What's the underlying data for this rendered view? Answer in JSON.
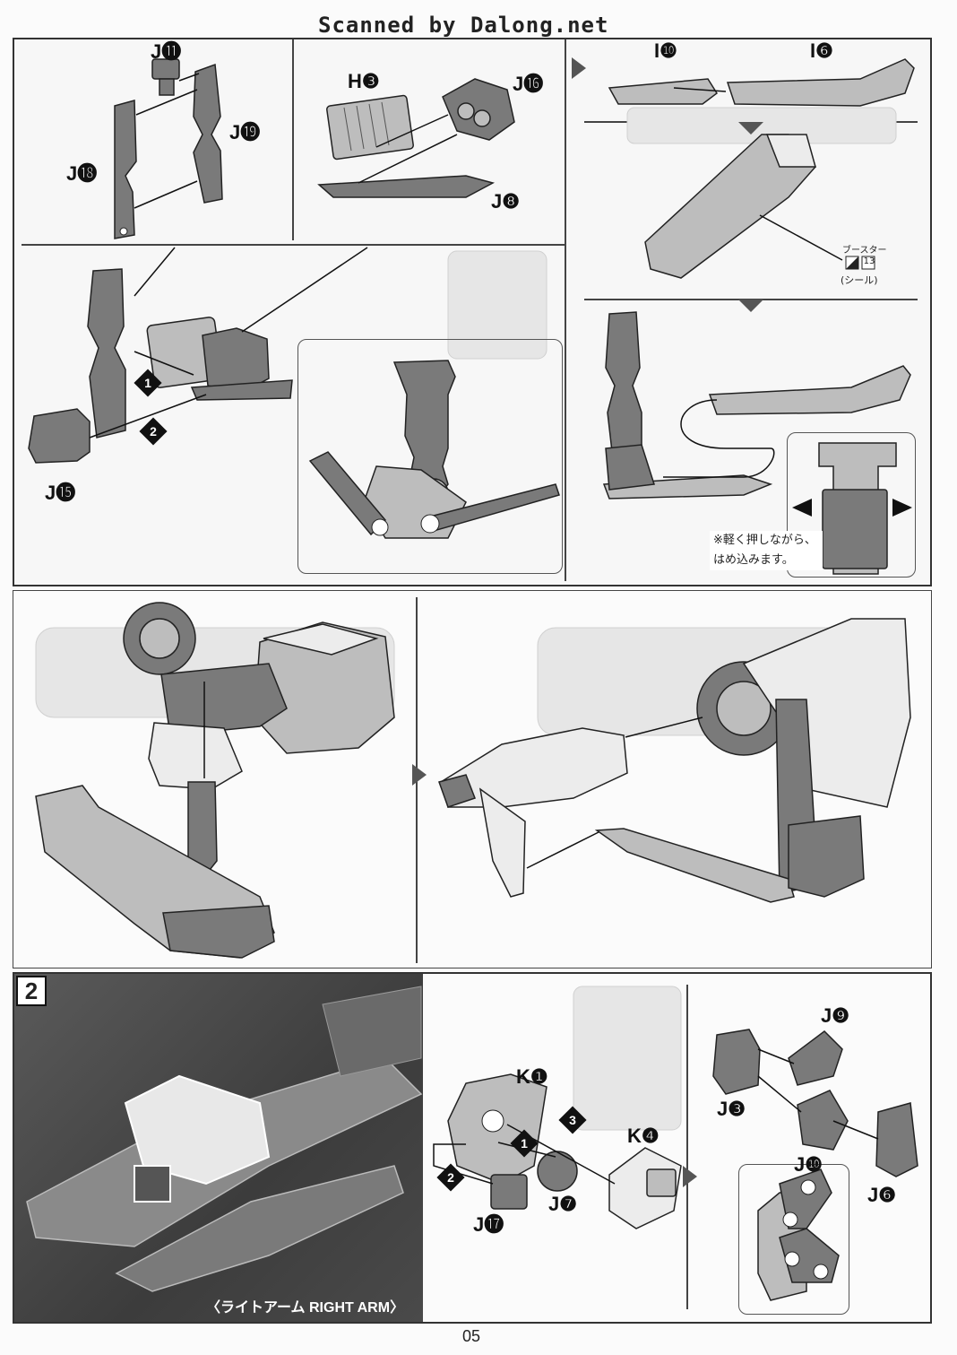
{
  "header": {
    "scan_credit": "Scanned by Dalong.net"
  },
  "parts": {
    "j11": "J⓫",
    "j18": "J⓲",
    "j19": "J⓳",
    "h3": "H❸",
    "j16": "J⓰",
    "j8": "J❽",
    "i10": "I❿",
    "i6": "I❻",
    "j15": "J⓯",
    "k1": "K❶",
    "k4": "K❹",
    "j17": "J⓱",
    "j7": "J❼",
    "j9": "J❾",
    "j3": "J❸",
    "j10": "J❿",
    "j6": "J❻"
  },
  "steps": {
    "s1": "1",
    "s2": "2",
    "s3": "3"
  },
  "sticker": {
    "name": "ブースター",
    "number": "13",
    "type": "(シール)"
  },
  "note": {
    "line1": "※軽く押しながら、",
    "line2": "はめ込みます。"
  },
  "section2": {
    "number": "2",
    "caption": "〈ライトアーム RIGHT ARM〉"
  },
  "footer": {
    "page_number": "05"
  }
}
